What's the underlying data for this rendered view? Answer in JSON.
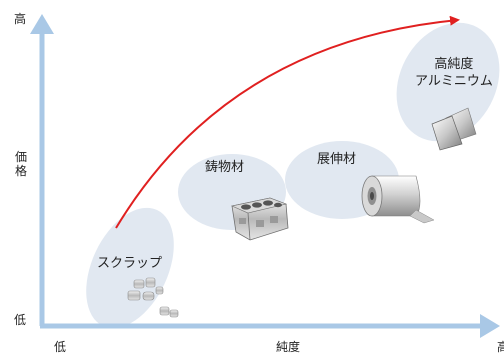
{
  "axes": {
    "y_title": "価格",
    "y_high": "高",
    "y_low": "低",
    "x_title": "純度",
    "x_low": "低",
    "x_high": "高"
  },
  "stages": [
    {
      "label": "スクラップ",
      "icon": "scrap-metal-pieces-icon"
    },
    {
      "label": "鋳物材",
      "icon": "engine-block-casting-icon"
    },
    {
      "label": "展伸材",
      "icon": "aluminum-foil-roll-icon"
    },
    {
      "label": "高純度\nアルミニウム",
      "icon": "aluminum-sheet-plates-icon"
    }
  ],
  "colors": {
    "axis": "#a9c8e6",
    "ellipse": "#e1e8f1",
    "trend_arrow": "#e02020",
    "text": "#222222"
  }
}
